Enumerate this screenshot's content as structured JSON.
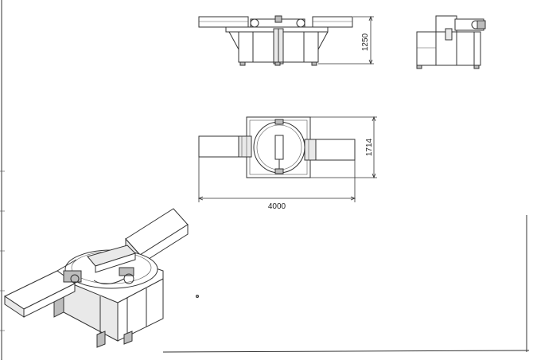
{
  "drawing": {
    "dimensions": {
      "height_front": "1250",
      "depth_top": "1714",
      "overall_width": "4000"
    }
  }
}
